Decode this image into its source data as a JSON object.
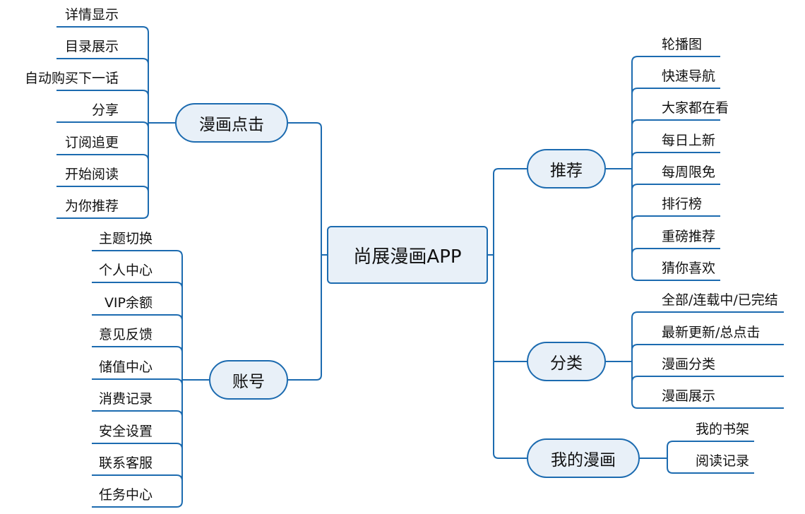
{
  "title": "尚展漫画APP",
  "colors": {
    "line": "#1c6bb0",
    "box_fill": "#e8f0f8",
    "box_border": "#1c6bb0",
    "text": "#111111"
  },
  "branches": [
    {
      "key": "manhua_dianji",
      "label": "漫画点击",
      "side": "left",
      "items": [
        "详情显示",
        "目录展示",
        "自动购买下一话",
        "分享",
        "订阅追更",
        "开始阅读",
        "为你推荐"
      ]
    },
    {
      "key": "zhanghao",
      "label": "账号",
      "side": "left",
      "items": [
        "主题切换",
        "个人中心",
        "VIP余额",
        "意见反馈",
        "储值中心",
        "消费记录",
        "安全设置",
        "联系客服",
        "任务中心"
      ]
    },
    {
      "key": "tuijian",
      "label": "推荐",
      "side": "right",
      "items": [
        "轮播图",
        "快速导航",
        "大家都在看",
        "每日上新",
        "每周限免",
        "排行榜",
        "重磅推荐",
        "猜你喜欢"
      ]
    },
    {
      "key": "fenlei",
      "label": "分类",
      "side": "right",
      "items": [
        "全部/连载中/已完结",
        "最新更新/总点击",
        "漫画分类",
        "漫画展示"
      ]
    },
    {
      "key": "wode_manhua",
      "label": "我的漫画",
      "side": "right",
      "items": [
        "我的书架",
        "阅读记录"
      ]
    }
  ]
}
